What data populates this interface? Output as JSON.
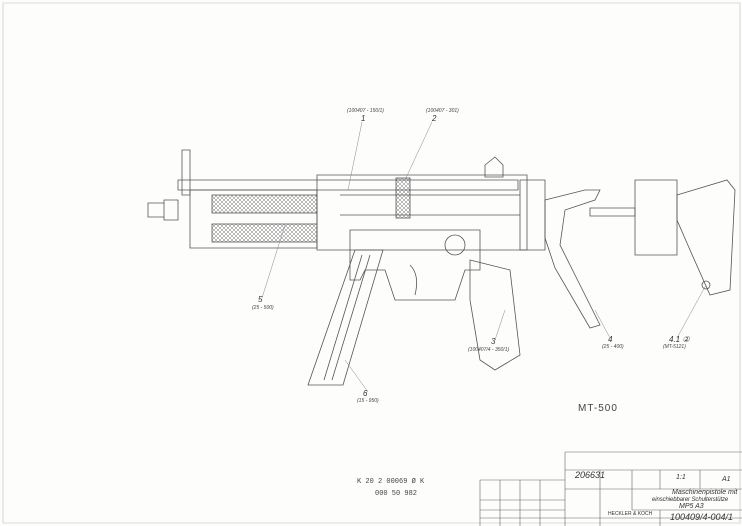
{
  "callouts": [
    {
      "num": "1",
      "ref": "(100407 - 150/1)"
    },
    {
      "num": "2",
      "ref": "(100407 - 301)"
    },
    {
      "num": "3",
      "ref": "(100407/4 - 350/1)"
    },
    {
      "num": "4",
      "ref": "(25 - 400)"
    },
    {
      "num": "4.1 ②",
      "ref": "(MT-5121)"
    },
    {
      "num": "5",
      "ref": "(25 - 500)"
    },
    {
      "num": "6",
      "ref": "(15 - 950)"
    }
  ],
  "drawing_code": "MT-500",
  "stamp": {
    "line1": "K 20 2 00069 Ø K",
    "line2": "000 50 982"
  },
  "title_block": {
    "number": "206631",
    "scale": "1:1",
    "format": "A1",
    "title_line1": "Maschinenpistole mit",
    "title_line2": "einschiebbarer Schulterstütze",
    "title_line3": "MP5 A3",
    "drawing_number": "100409/4-004/1",
    "company": "HECKLER & KOCH"
  }
}
